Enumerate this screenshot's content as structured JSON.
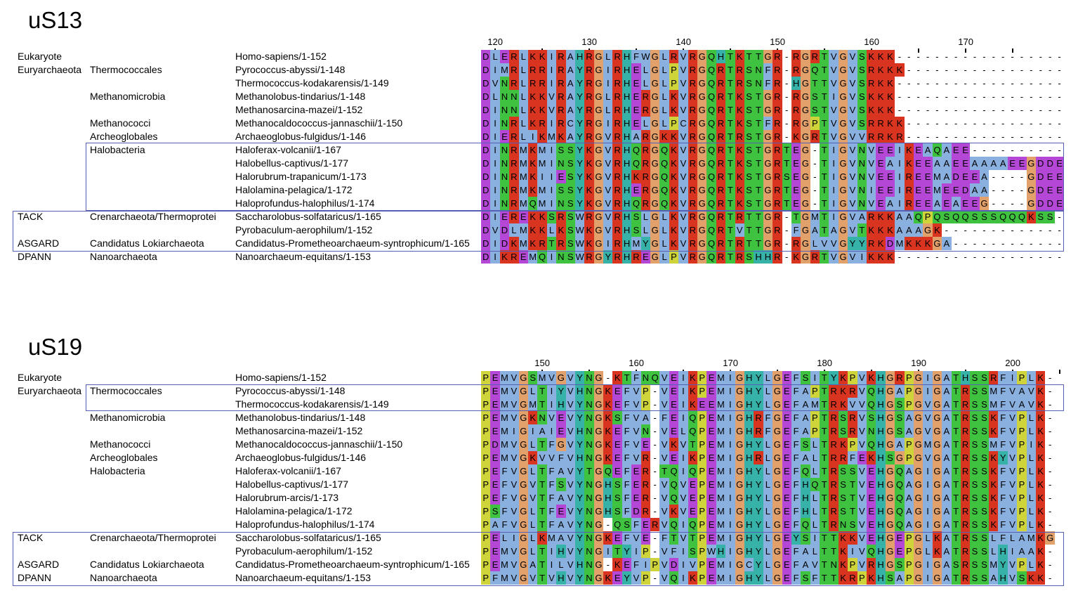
{
  "palette": {
    "blue": "#8ab0e0",
    "red": "#d93420",
    "green": "#3fc23f",
    "magenta": "#b447d6",
    "orange": "#e2a06a",
    "teal": "#37b2a8",
    "yellow": "#cfd43a",
    "pink": "#e48a8a"
  },
  "colorMap": {
    "A": "blue",
    "I": "blue",
    "L": "blue",
    "M": "blue",
    "F": "blue",
    "W": "blue",
    "V": "blue",
    "C": "blue",
    "K": "red",
    "R": "red",
    "E": "magenta",
    "D": "magenta",
    "N": "green",
    "Q": "green",
    "S": "green",
    "T": "green",
    "G": "orange",
    "P": "yellow",
    "H": "teal",
    "Y": "teal"
  },
  "panels": [
    {
      "title": "uS13",
      "ruler": [
        {
          "label": "120",
          "pos": 2
        },
        {
          "label": "130",
          "pos": 12
        },
        {
          "label": "140",
          "pos": 22
        },
        {
          "label": "150",
          "pos": 32
        },
        {
          "label": "160",
          "pos": 42
        },
        {
          "label": "170",
          "pos": 52
        }
      ],
      "rows": [
        {
          "group": "Eukaryote",
          "sub": "",
          "species": "Homo-sapiens/1-152",
          "seq": "DLERLKKIRAHRGLRHFWGLRVRGQHTKTTGR-RGRTVGVSKKK------------------"
        },
        {
          "group": "Euryarchaeota",
          "sub": "Thermococcales",
          "species": "Pyrococcus-abyssi/1-148",
          "seq": "DIMRLRRIRAYRGIRHELGLPVRGQRTRSNFR-RGQTVGVSRKKK-----------------"
        },
        {
          "group": "",
          "sub": "",
          "species": "Thermococcus-kodakarensis/1-149",
          "seq": "DVNRLRRIRAYRGIRHELGLPVRGQRTRSNFR-HGTTVGVSRKK------------------"
        },
        {
          "group": "",
          "sub": "Methanomicrobia",
          "species": "Methanolobus-tindarius/1-148",
          "seq": "DLNNLKKVRAYRGLRHERGLKVRGQRTKSTGR-RGSTIGVSKKK------------------"
        },
        {
          "group": "",
          "sub": "",
          "species": "Methanosarcina-mazei/1-152",
          "seq": "DINNLKKVRAYRGLRHERGLKVRGQRTKSTGR-RGSTVGVSKKK------------------"
        },
        {
          "group": "",
          "sub": "Methanococci",
          "species": "Methanocaldococcus-jannaschii/1-150",
          "seq": "DINRLKRIRCYRGIRHELGLPCRGQRTKSTFR-RGPTVGVSRRKK-----------------"
        },
        {
          "group": "",
          "sub": "Archeoglobales",
          "species": "Archaeoglobus-fulgidus/1-146",
          "seq": "DIERLIKMKAYRGVRHARGKKVRGQRTRSTGR-KGRTVGVVRRKR-----------------"
        },
        {
          "group": "",
          "sub": "Halobacteria",
          "species": "Haloferax-volcanii/1-167",
          "seq": "DINRMKMISSYKGVRHQRGQKVRGQRTKSTGRTEG-TIGVNVEEIKEAQAEE----------"
        },
        {
          "group": "",
          "sub": "",
          "species": "Halobellus-captivus/1-177",
          "seq": "DINRMKMINSYKGVRHQRGQKVRGQRTKSTGRTEG-TIGVNVEAIKEEAAEEAAAAEEGDDE"
        },
        {
          "group": "",
          "sub": "",
          "species": "Halorubrum-trapanicum/1-173",
          "seq": "DINRMKIIESYKGVRHKRGQKVRGQRTKSTGRSEG-TIGVNVEEIREEMADEEA----GDEE"
        },
        {
          "group": "",
          "sub": "",
          "species": "Halolamina-pelagica/1-172",
          "seq": "DINRMKMISSYKGVRHERGQKVRGQRTKSTGRTEG-TIGVNIEEIREEMEEDAA----GDEE"
        },
        {
          "group": "",
          "sub": "",
          "species": "Haloprofundus-halophilus/1-174",
          "seq": "DINRMQMINSYKGVRHQRGQKVRGQRTKSTGRTEG-TIGVNVEAIREEAEAEEG----GDDE"
        },
        {
          "group": "TACK",
          "sub": "Crenarchaeota/Thermoprotei",
          "species": "Saccharolobus-solfataricus/1-165",
          "seq": "DIEREKKSRSWRGVRHSLGLKVRGQRTRTTGR-TGMTIGVARKKAAQPQSQQSSSQQQKSS-"
        },
        {
          "group": "",
          "sub": "",
          "species": "Pyrobaculum-aerophilum/1-152",
          "seq": "DVDLMKKLKSWKGVRHSLGLKVRGQRTVTTGR-FGATAGVTKKKAAAGK-------------"
        },
        {
          "group": "ASGARD",
          "sub": "Candidatus Lokiarchaeota",
          "species": "Candidatus-Prometheoarchaeum-syntrophicum/1-165",
          "seq": "DIDKMKRTRSWKGIRHMYGLKVRGQRTRTTGR-RGLVVGYYRKDMKKKGA------------"
        },
        {
          "group": "DPANN",
          "sub": "Nanoarchaeota",
          "species": "Nanoarchaeum-equitans/1-153",
          "seq": "DIKREMQINSWRGYRHREGLPVRGQRTRSHHR-KGRTVGVIKKK------------------"
        }
      ]
    },
    {
      "title": "uS19",
      "ruler": [
        {
          "label": "150",
          "pos": 7
        },
        {
          "label": "160",
          "pos": 17
        },
        {
          "label": "170",
          "pos": 27
        },
        {
          "label": "180",
          "pos": 37
        },
        {
          "label": "190",
          "pos": 47
        },
        {
          "label": "200",
          "pos": 57
        }
      ],
      "rows": [
        {
          "group": "Eukaryote",
          "sub": "",
          "species": "Homo-sapiens/1-152",
          "seq": "PEMVGSMVGVYNG-KTFNQVEIKPEMIGHYLGEFSITYKPVKHGRPGIGATHSSRFIPLK-"
        },
        {
          "group": "Euryarchaeota",
          "sub": "Thermococcales",
          "species": "Pyrococcus-abyssi/1-148",
          "seq": "PEMVGLTIYVHNGKEFVP-VEIKPEMIGHYLGEFAPTRKRVQHGAPGIGATRSSMFVAVK-"
        },
        {
          "group": "",
          "sub": "",
          "species": "Thermococcus-kodakarensis/1-149",
          "seq": "PEMVGMTIHVYNGKEFVP-VEIKEEMIGHYLGEFAMTRKVVQHGSPGVGATRSSMFVAVK-"
        },
        {
          "group": "",
          "sub": "Methanomicrobia",
          "species": "Methanolobus-tindarius/1-148",
          "seq": "PEMVGKNVEVYNGKSFVA-FEIQPEMIGHRFGEFAPTRSRVSHGSAGVGATRSSKFVPLK-"
        },
        {
          "group": "",
          "sub": "",
          "species": "Methanosarcina-mazei/1-152",
          "seq": "PEMIGIAIEVHNGKEFVN-VELQPEMIGHRFGEFAPTRSRVNHGSAGVGATRSSKFVPLK-"
        },
        {
          "group": "",
          "sub": "Methanococci",
          "species": "Methanocaldococcus-jannaschii/1-150",
          "seq": "PDMVGLTFGVYNGKEFVE-VKVTPEMIGHYLGEFSLTRKPVQHGAPGMGATRSSMFVPIK-"
        },
        {
          "group": "",
          "sub": "Archeoglobales",
          "species": "Archaeoglobus-fulgidus/1-146",
          "seq": "PEMVGKVVFVHNGKEFVR-VEIKPEMIGHRLGEFALTRRFEKHSGPGVGATRSSKYVPLK-"
        },
        {
          "group": "",
          "sub": "Halobacteria",
          "species": "Haloferax-volcanii/1-167",
          "seq": "PEFVGLTFAVYTGQEFER-TQIQPEMIGHYLGEFQLTRSSVEHGQAGIGATRSSKFVPLK-"
        },
        {
          "group": "",
          "sub": "",
          "species": "Halobellus-captivus/1-177",
          "seq": "PEFVGVTFSVYNGHSFER-VQVEPEMIGHYLGEFHQTRSTVEHGQAGIGATRSSKFVPLK-"
        },
        {
          "group": "",
          "sub": "",
          "species": "Halorubrum-arcis/1-173",
          "seq": "PEFVGVTFAVYNGHSFER-VQVEPEMIGHYLGEFHLTRSTVEHGQAGIGATRSSKFVPLK-"
        },
        {
          "group": "",
          "sub": "",
          "species": "Halolamina-pelagica/1-172",
          "seq": "PSFVGLTFEVYNGHSFDR-VKVEPEMIGHYLGEFHLTRSTVEHGQAGIGATRSSKFVPLK-"
        },
        {
          "group": "",
          "sub": "",
          "species": "Haloprofundus-halophilus/1-174",
          "seq": "PAFVGLTFAVYNG-QSFERVQIQPEMIGHYLGEFQLTRNSVEHGQAGIGATRSSKFVPLK-"
        },
        {
          "group": "TACK",
          "sub": "Crenarchaeota/Thermoprotei",
          "species": "Saccharolobus-solfataricus/1-165",
          "seq": "PELIGLKMAVYNGKEFVE-FTVTPEMIGHYLGEYSITTKKVEHGEPGLKATRSSLFLAMKG"
        },
        {
          "group": "",
          "sub": "",
          "species": "Pyrobaculum-aerophilum/1-152",
          "seq": "PEMVGLTIHVYNGITYIP-VFISPWHIGHYLGEFALTTKIVQHGEPGLKATRSSLHIAAK-"
        },
        {
          "group": "ASGARD",
          "sub": "Candidatus Lokiarchaeota",
          "species": "Candidatus-Prometheoarchaeum-syntrophicum/1-165",
          "seq": "PEMVGATILVHNG-KEFIPVDIVPEMIGCYLGEFAVTNKPVRHGSPGIGASRSSMYVPLK-"
        },
        {
          "group": "DPANN",
          "sub": "Nanoarchaeota",
          "species": "Nanoarchaeum-equitans/1-153",
          "seq": "PFMVGVTVHVYNGKEYVP-VQIKPEMIGHYLGEFSFTTKRPKHSAPGIGATRSSAHVSKK-"
        }
      ]
    }
  ]
}
